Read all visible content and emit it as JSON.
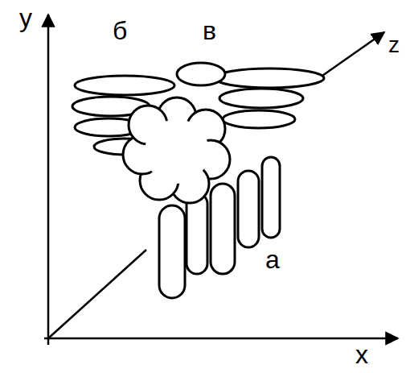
{
  "diagram": {
    "labels": [
      "y",
      "б",
      "в",
      "z",
      "а",
      "x"
    ]
  }
}
